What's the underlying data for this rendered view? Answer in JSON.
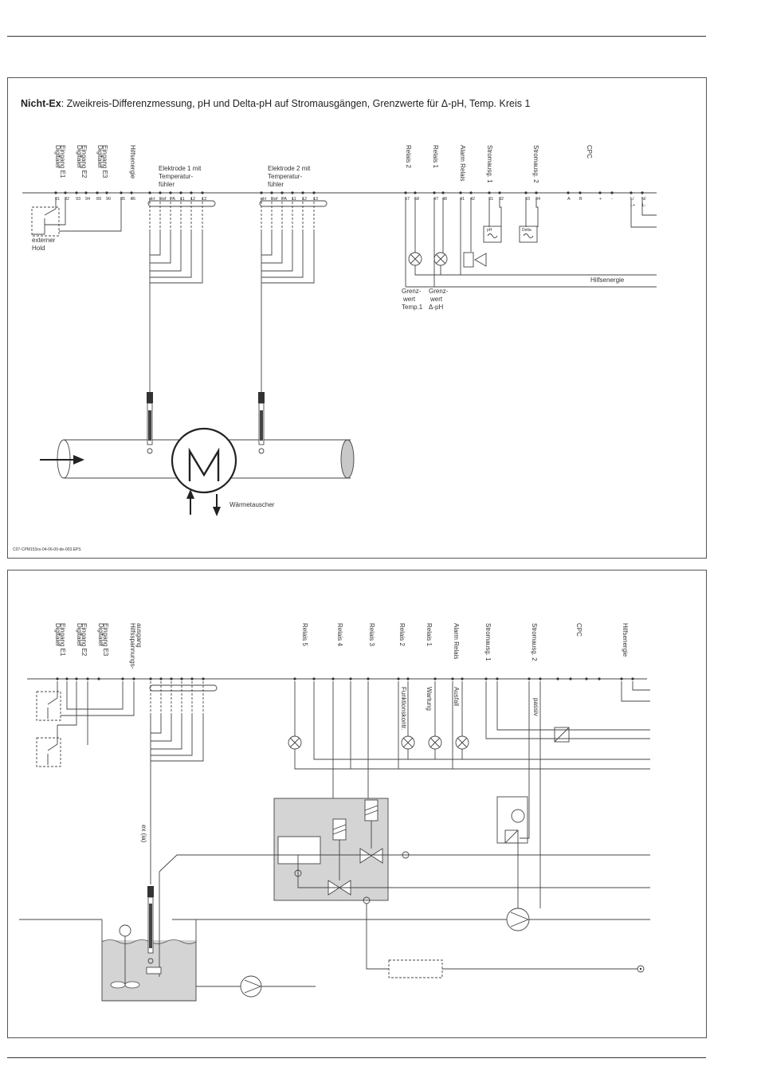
{
  "title": {
    "prefix": "Nicht-Ex",
    "text": ": Zweikreis-Differenzmessung, pH und Delta-pH auf Stromausgängen, Grenzwerte für Δ-pH, Temp. Kreis 1"
  },
  "diagram1": {
    "term_labels": [
      {
        "id": "de1",
        "lines": [
          "Digitaler",
          "Eingang E1"
        ]
      },
      {
        "id": "de2",
        "lines": [
          "Digitaler",
          "Eingang E2"
        ]
      },
      {
        "id": "de3",
        "lines": [
          "Digitaler",
          "Eingang E3"
        ]
      },
      {
        "id": "hilf",
        "lines": [
          "Hilfsenergie"
        ]
      },
      {
        "id": "r2",
        "lines": [
          "Relais 2"
        ]
      },
      {
        "id": "r1",
        "lines": [
          "Relais 1"
        ]
      },
      {
        "id": "alarm",
        "lines": [
          "Alarm Relais"
        ]
      },
      {
        "id": "sa1",
        "lines": [
          "Stromausg. 1"
        ]
      },
      {
        "id": "sa2",
        "lines": [
          "Stromausg. 2"
        ]
      },
      {
        "id": "cpc",
        "lines": [
          "CPC"
        ]
      }
    ],
    "electrode1": [
      "Elektrode 1 mit",
      "Temperatur-",
      "fühler"
    ],
    "electrode2": [
      "Elektrode 2 mit",
      "Temperatur-",
      "fühler"
    ],
    "terminals_left": [
      "81",
      "82",
      "93",
      "94",
      "89",
      "90",
      "85",
      "86"
    ],
    "terminals_el": [
      "pH",
      "Ref",
      "PA",
      "11",
      "12",
      "13"
    ],
    "terminals_r2": [
      "57",
      "58"
    ],
    "terminals_r1": [
      "47",
      "48"
    ],
    "terminals_alarm": [
      "41",
      "42"
    ],
    "terminals_sa1": [
      "31",
      "32"
    ],
    "terminals_sa2": [
      "33",
      "34"
    ],
    "terminals_cpc": [
      "A",
      "B",
      "+",
      "-"
    ],
    "terminals_power": [
      "L/",
      "N/",
      "L+",
      "L-"
    ],
    "ext_hold": [
      "externer",
      "Hold"
    ],
    "grenz_temp": [
      "Grenz-",
      "wert",
      "Temp.1"
    ],
    "grenz_dph": [
      "Grenz-",
      "wert",
      "Δ-pH"
    ],
    "hilfsenergie": "Hilfsenergie",
    "meter1": "pH",
    "meter2": "Delta",
    "waermetauscher": "Wärmetauscher",
    "file_id": "C07-CPM153xx-04-06-00-de-003.EPS"
  },
  "diagram2": {
    "term_labels": [
      {
        "id": "de1",
        "lines": [
          "Digitaler",
          "Eingang E1"
        ]
      },
      {
        "id": "de2",
        "lines": [
          "Digitaler",
          "Eingang E2"
        ]
      },
      {
        "id": "de3",
        "lines": [
          "Digitaler",
          "Eingang E3"
        ]
      },
      {
        "id": "hsa",
        "lines": [
          "Hilfsspannungs-",
          "ausgang"
        ]
      },
      {
        "id": "r5",
        "lines": [
          "Relais 5"
        ]
      },
      {
        "id": "r4",
        "lines": [
          "Relais 4"
        ]
      },
      {
        "id": "r3",
        "lines": [
          "Relais 3"
        ]
      },
      {
        "id": "r2",
        "lines": [
          "Relais 2"
        ]
      },
      {
        "id": "r1",
        "lines": [
          "Relais 1"
        ]
      },
      {
        "id": "alarm",
        "lines": [
          "Alarm Relais"
        ]
      },
      {
        "id": "sa1",
        "lines": [
          "Stromausg. 1"
        ]
      },
      {
        "id": "sa2",
        "lines": [
          "Stromausg. 2"
        ]
      },
      {
        "id": "cpc",
        "lines": [
          "CPC"
        ]
      },
      {
        "id": "hilf",
        "lines": [
          "Hilfsenergie"
        ]
      }
    ],
    "funktionskontr": "Funktionskontr.",
    "wartung": "Wartung",
    "ausfall": "Ausfall",
    "passiv": "passiv",
    "ex": "ex (ia)"
  },
  "colors": {
    "line": "#444444",
    "grey_fill": "#d4d4d4",
    "frame": "#555555"
  }
}
